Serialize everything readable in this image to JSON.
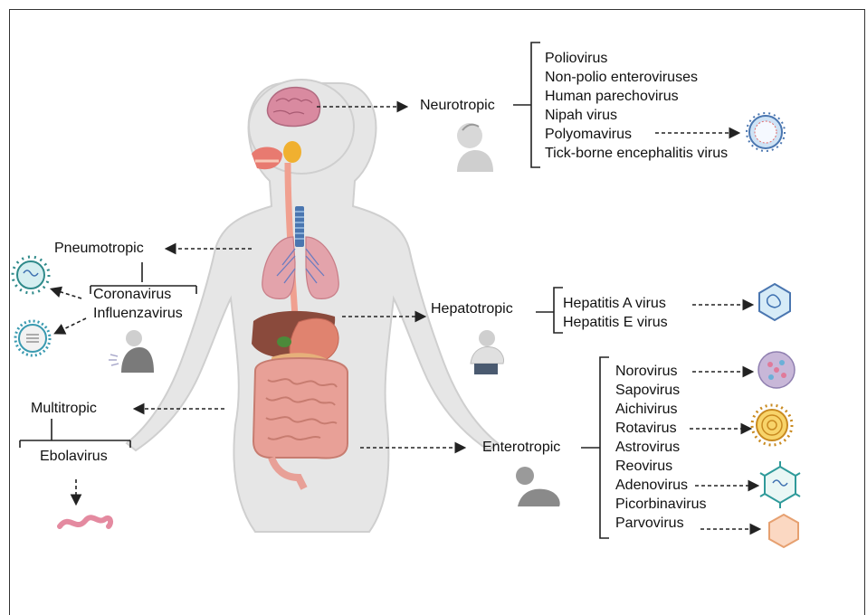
{
  "categories": {
    "neurotropic": {
      "label": "Neurotropic",
      "viruses": [
        "Poliovirus",
        "Non-polio enteroviruses",
        "Human parechovirus",
        "Nipah virus",
        "Polyomavirus",
        "Tick-borne encephalitis virus"
      ]
    },
    "pneumotropic": {
      "label": "Pneumotropic",
      "viruses": [
        "Coronavirus",
        "Influenzavirus"
      ]
    },
    "hepatotropic": {
      "label": "Hepatotropic",
      "viruses": [
        "Hepatitis A virus",
        "Hepatitis E virus"
      ]
    },
    "multitropic": {
      "label": "Multitropic",
      "viruses": [
        "Ebolavirus"
      ]
    },
    "enterotropic": {
      "label": "Enterotropic",
      "viruses": [
        "Norovirus",
        "Sapovirus",
        "Aichivirus",
        "Rotavirus",
        "Astrovirus",
        "Reovirus",
        "Adenovirus",
        "Picorbinavirus",
        "Parvovirus"
      ]
    }
  },
  "colors": {
    "body": "#e6e6e6",
    "body_outline": "#c8c8c8",
    "brain": "#d98aa0",
    "lungs": "#e3a3ab",
    "liver": "#8a4a3c",
    "stomach": "#e0836f",
    "intestine": "#e8a097",
    "trachea": "#4a76b0",
    "esophagus": "#f0a090",
    "gland": "#f0b030"
  }
}
